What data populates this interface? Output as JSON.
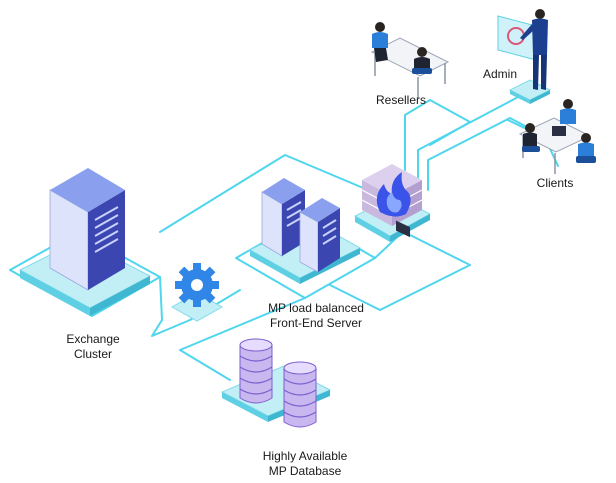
{
  "labels": {
    "resellers": "Resellers",
    "admin": "Admin",
    "clients": "Clients",
    "exchange": [
      "Exchange",
      "Cluster"
    ],
    "frontend": [
      "MP load balanced",
      "Front-End Server"
    ],
    "database": [
      "Highly Available",
      "MP Database"
    ]
  },
  "colors": {
    "connector": "#4fd6ee",
    "server_body": "#3b46b0",
    "server_front": "#dde3fb",
    "server_top": "#8aa0ee",
    "platform": "#c2eff6",
    "db_stack": "#c9b8f0",
    "db_edge": "#7c5fcf",
    "gear": "#2f86e6",
    "firewall": "#c9b9df",
    "flame": "#3a53e8",
    "person_shirt": "#2c7fd8",
    "person_dark": "#1f2433"
  },
  "icons": {
    "exchange": "server-tower-icon",
    "frontend": "server-pair-icon",
    "database": "database-stack-icon",
    "processor": "gear-icon",
    "firewall": "firewall-icon",
    "resellers": "people-at-desk-icon",
    "admin": "presenter-icon",
    "clients": "people-at-desk-icon"
  }
}
